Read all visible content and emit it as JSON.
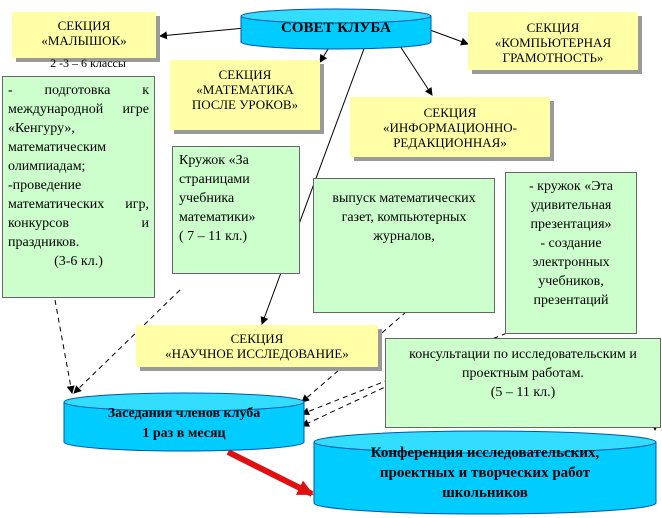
{
  "council": "СОВЕТ КЛУБА",
  "sections": {
    "malyshok": {
      "title": "СЕКЦИЯ\n«МАЛЫШОК»",
      "note": "2 -3 – 6 классы"
    },
    "math": {
      "title": "СЕКЦИЯ\n«МАТЕМАТИКА\nПОСЛЕ УРОКОВ»"
    },
    "info": {
      "title": "СЕКЦИЯ\n«ИНФОРМАЦИОННО-\nРЕДАКЦИОННАЯ»"
    },
    "computer": {
      "title": "СЕКЦИЯ\n«КОМПЬЮТЕРНАЯ\nГРАМОТНОСТЬ»"
    },
    "research": {
      "title": "СЕКЦИЯ\n«НАУЧНОЕ ИССЛЕДОВАНИЕ»"
    }
  },
  "notes": {
    "malyshok": "-  подготовка  к международной игре  «Кенгуру», математическим олимпиадам;\n-проведение математических игр, конкурсов и праздников.",
    "malyshok_classes": "(3-6 кл.)",
    "math": "Кружок «За страницами учебника математики»\n( 7 – 11 кл.)",
    "info": "выпуск математических газет, компьютерных журналов,",
    "computer": "- кружок «Эта удивительная презентация»\n- создание электронных учебников, презентаций",
    "research": "консультации по исследовательским и проектным работам.\n(5 – 11 кл.)"
  },
  "meetings": "Заседания членов клуба\n1 раз в месяц",
  "conference": "Конференция исследовательских,\nпроектных  и творческих работ\nшкольников",
  "colors": {
    "cyan": "#00ccff",
    "yellow": "#ffffa8",
    "green": "#ccffcc",
    "red_arrow": "#e01010"
  }
}
